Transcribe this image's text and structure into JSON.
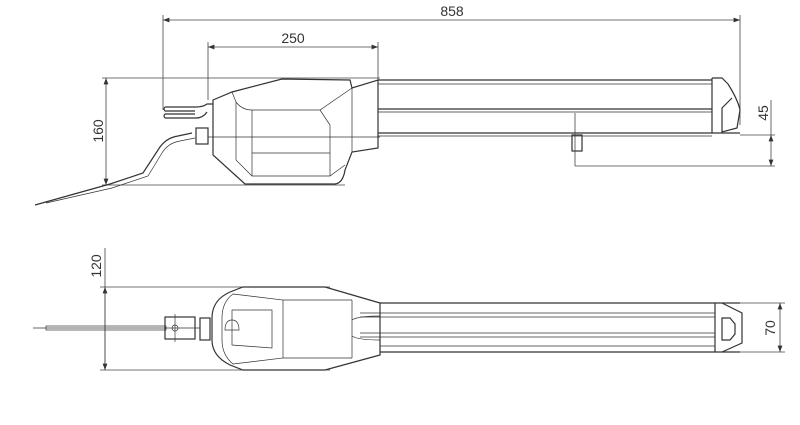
{
  "title": "Swing gate operator dimension drawing",
  "dimensions": {
    "overall_length": "858",
    "motor_length": "250",
    "side_height": "160",
    "pin_offset": "45",
    "top_width": "120",
    "tube_width": "70"
  },
  "colors": {
    "line": "#333333",
    "background": "#ffffff"
  }
}
